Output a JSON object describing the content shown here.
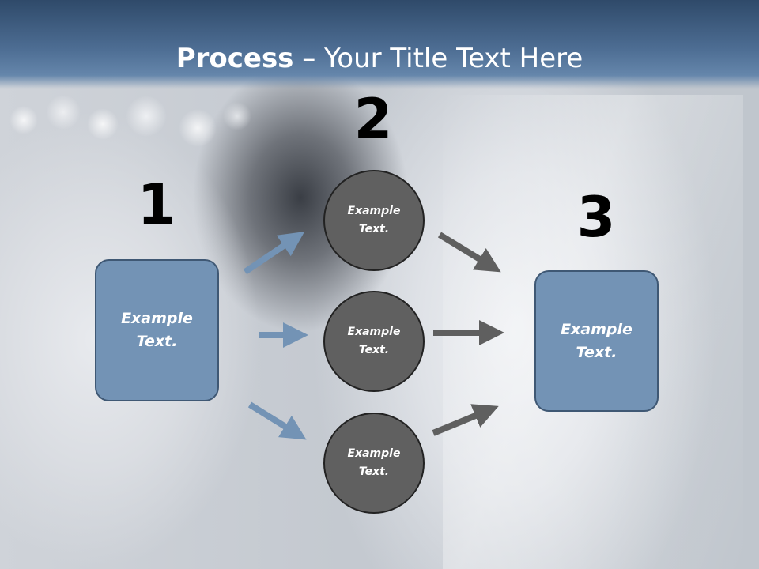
{
  "slide": {
    "title_bold": "Process",
    "title_rest": " – Your Title Text Here"
  },
  "steps": {
    "one": "1",
    "two": "2",
    "three": "3"
  },
  "left_box": {
    "text": "Example\nText."
  },
  "circles": [
    {
      "text": "Example\nText."
    },
    {
      "text": "Example\nText."
    },
    {
      "text": "Example\nText."
    }
  ],
  "right_box": {
    "text": "Example\nText."
  },
  "colors": {
    "header": "#4d6d93",
    "box_fill": "#7393b5",
    "circle_fill": "#606060",
    "blue_arrow": "#7393b5",
    "grey_arrow": "#5f5f5f"
  }
}
